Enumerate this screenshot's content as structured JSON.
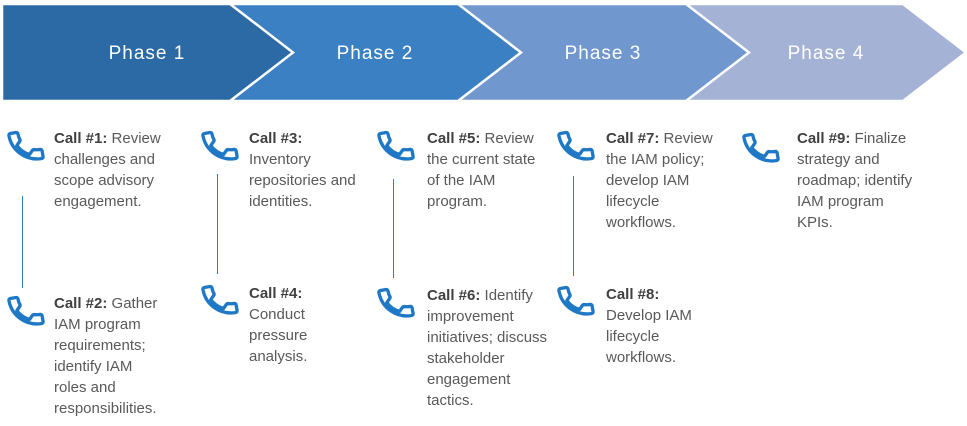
{
  "banner": {
    "phases": [
      {
        "label": "Phase 1",
        "color": "#2b6aa4"
      },
      {
        "label": "Phase 2",
        "color": "#3b80c2"
      },
      {
        "label": "Phase 3",
        "color": "#7097ce"
      },
      {
        "label": "Phase 4",
        "color": "#a4b3d5"
      }
    ]
  },
  "columns": [
    {
      "calls": [
        {
          "label": "Call #1:",
          "text": "Review challenges and scope advisory engagement."
        },
        {
          "label": "Call #2:",
          "text": "Gather IAM program requirements; identify IAM roles and responsibilities."
        }
      ]
    },
    {
      "calls": [
        {
          "label": "Call #3:",
          "text": "Inventory repositories and identities."
        },
        {
          "label": "Call #4:",
          "text": "Conduct pressure analysis."
        }
      ]
    },
    {
      "calls": [
        {
          "label": "Call #5:",
          "text": "Review the current state of the IAM program."
        },
        {
          "label": "Call #6:",
          "text": "Identify improvement initiatives; discuss stakeholder engagement tactics."
        }
      ]
    },
    {
      "calls": [
        {
          "label": "Call #7:",
          "text": "Review the IAM policy; develop IAM lifecycle workflows."
        },
        {
          "label": "Call #8:",
          "text": "Develop IAM lifecycle workflows."
        }
      ]
    },
    {
      "calls": [
        {
          "label": "Call #9:",
          "text": "Finalize strategy and roadmap; identify IAM program KPIs."
        }
      ]
    }
  ],
  "colors": {
    "phone_icon_blue": "#1f78c5",
    "connector_blue": "#2e7cc4",
    "call_label_dark": "#404040",
    "call_text_gray": "#595959"
  }
}
